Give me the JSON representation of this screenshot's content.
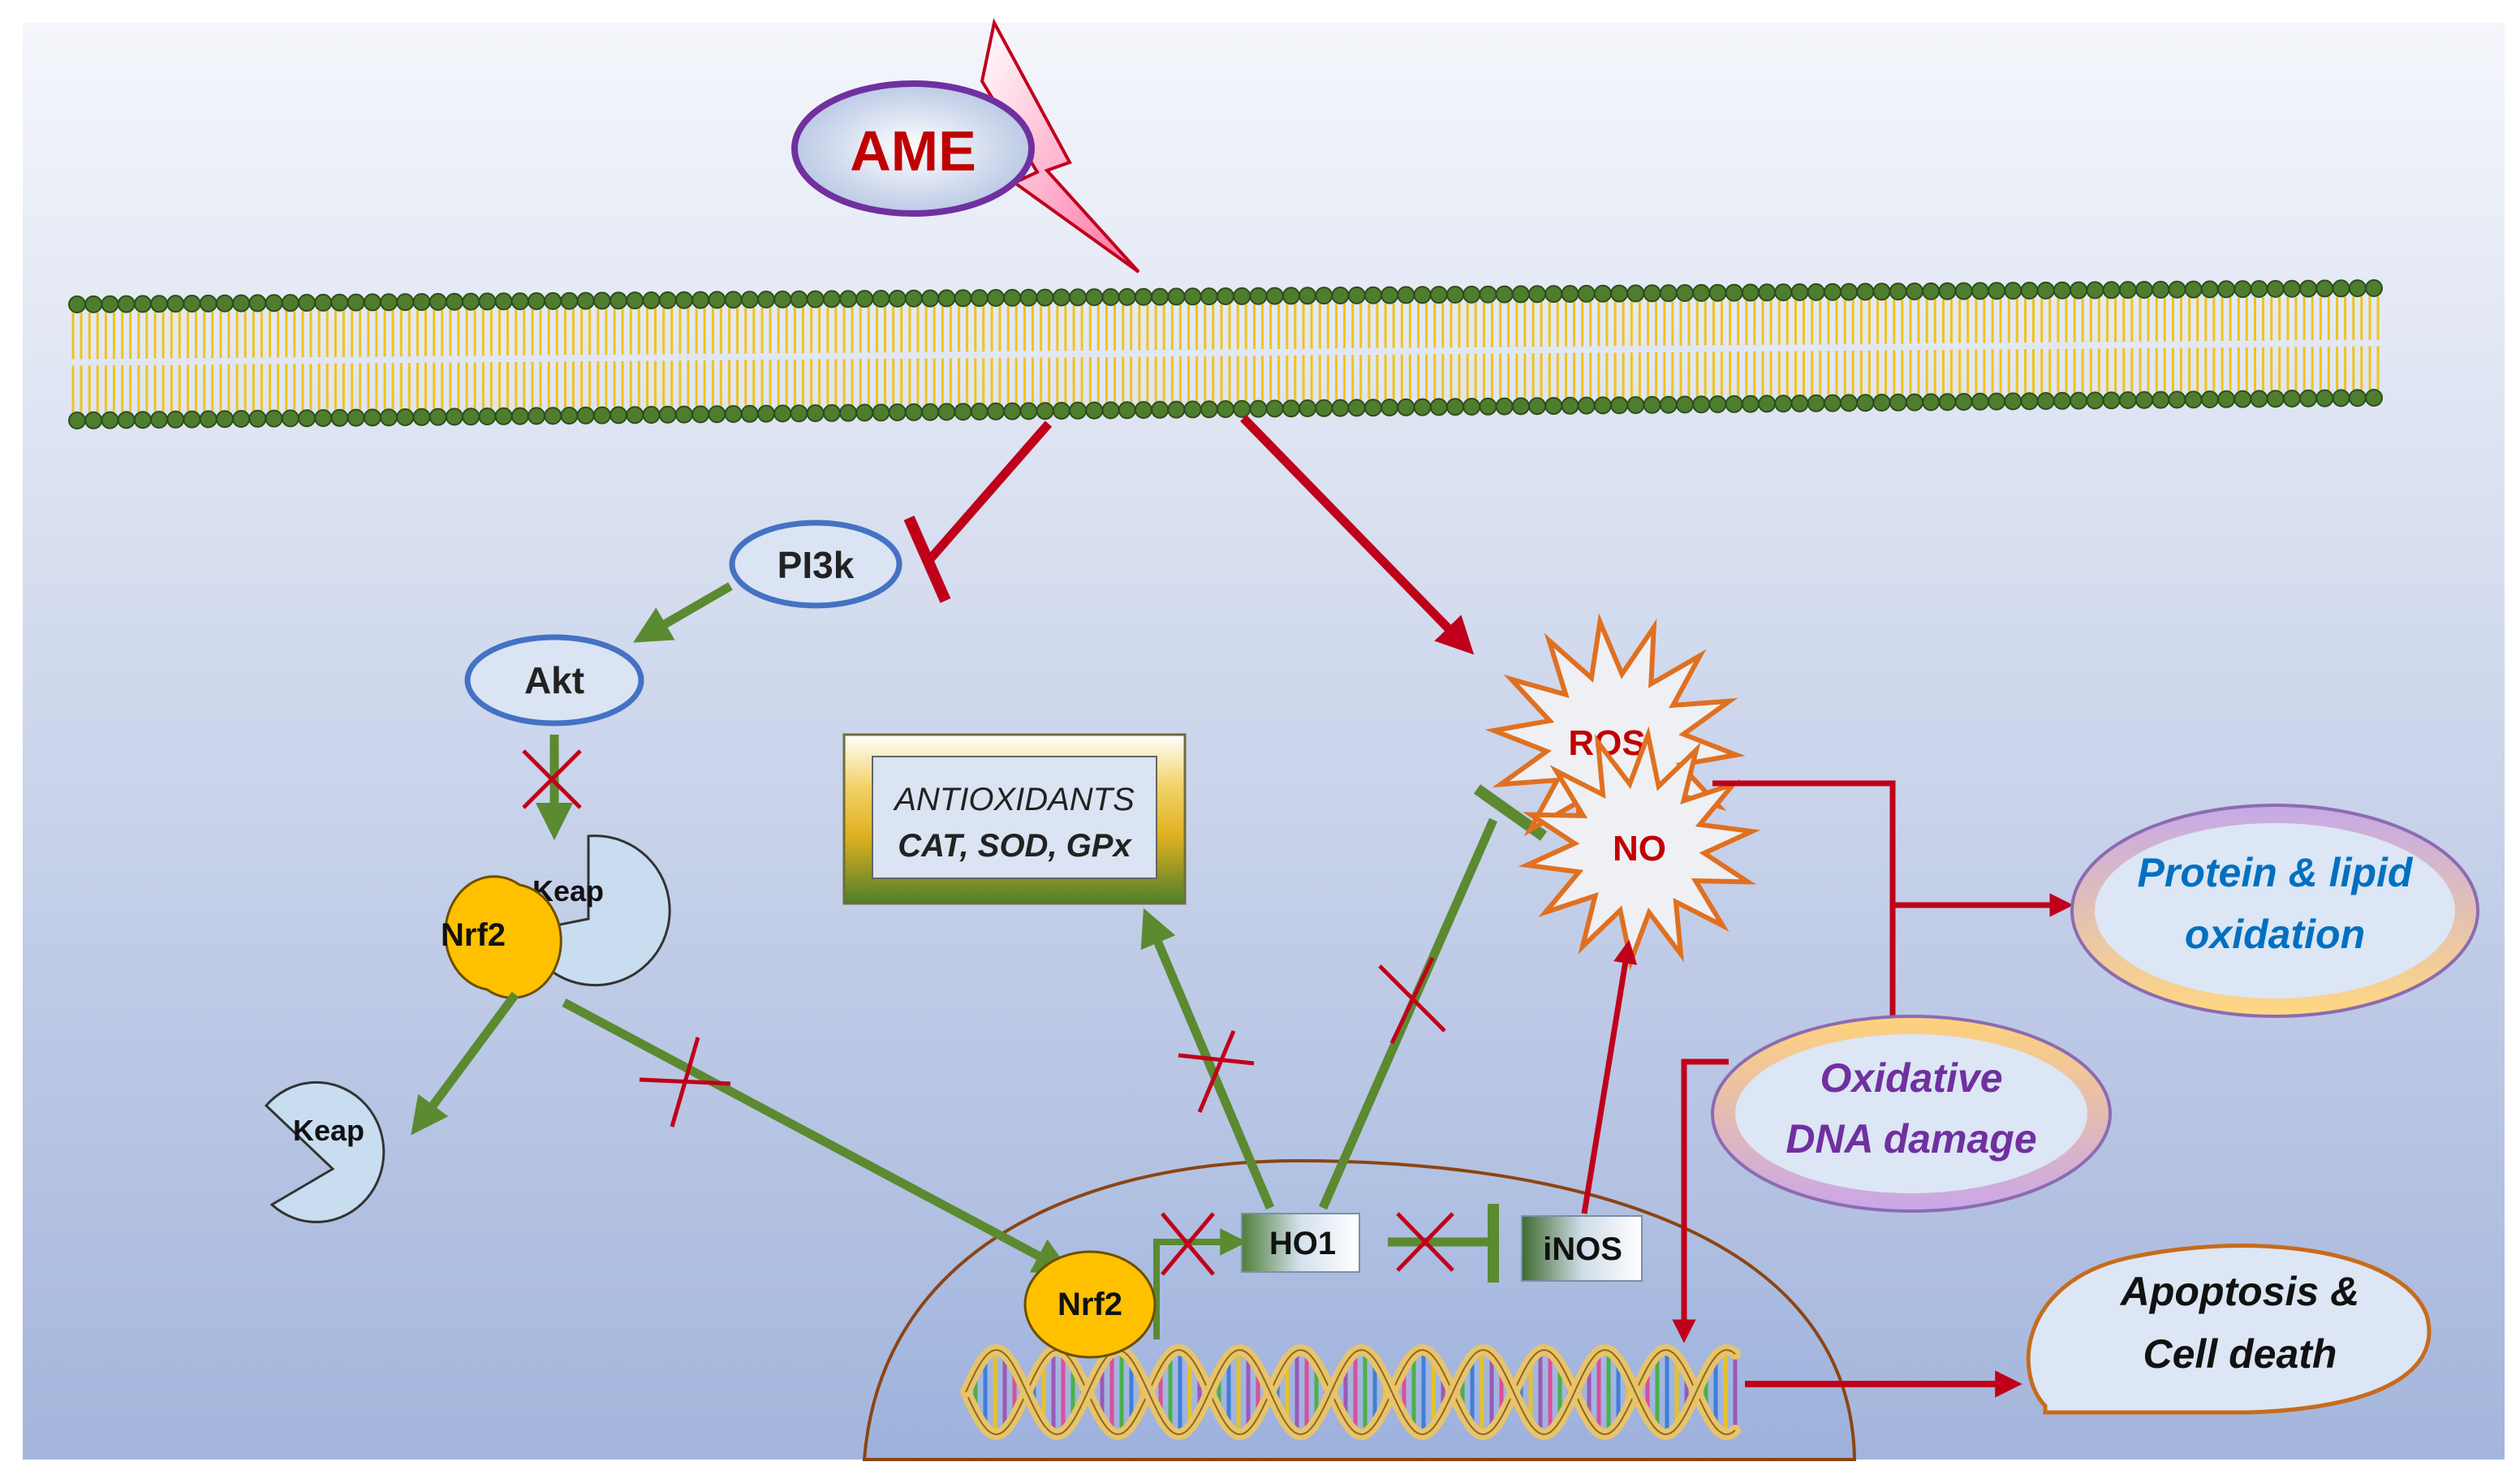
{
  "labels": {
    "ame": "AME",
    "pi3k": "PI3k",
    "akt": "Akt",
    "keap_bound": "Keap",
    "nrf2_cytoplasm": "Nrf2",
    "keap_free": "Keap",
    "antioxidants_title": "ANTIOXIDANTS",
    "antioxidants_list": "CAT, SOD, GPx",
    "ros": "ROS",
    "no": "NO",
    "protein_lipid_line1": "Protein & lipid",
    "protein_lipid_line2": "oxidation",
    "oxidative_line1": "Oxidative",
    "oxidative_line2": "DNA damage",
    "nrf2_nucleus": "Nrf2",
    "ho1": "HO1",
    "inos": "iNOS",
    "apoptosis_line1": "Apoptosis &",
    "apoptosis_line2": "Cell death"
  },
  "colors": {
    "activation_green": "#5b8a31",
    "stimulation_red": "#c0001a",
    "ame_text": "#c00000",
    "ame_border": "#7030a0",
    "node_border_blue": "#4472c4",
    "nrf2_fill": "#ffc000",
    "keap_fill": "#c9ddf0",
    "ros_no_text": "#c00000",
    "burst_border": "#e07020",
    "protein_text": "#0070c0",
    "oxidative_text": "#7030a0",
    "membrane_head": "#4e7d2e",
    "membrane_tail": "#f0c419",
    "nucleus_border": "#8b4513"
  }
}
